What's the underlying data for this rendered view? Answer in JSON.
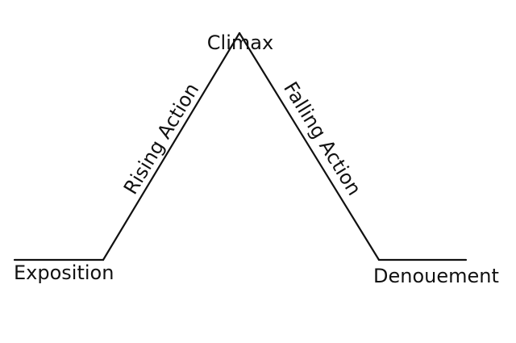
{
  "diagram": {
    "stages": {
      "exposition": "Exposition",
      "rising_action": "Rising Action",
      "climax": "Climax",
      "falling_action": "Falling Action",
      "denouement": "Denouement"
    },
    "colors": {
      "line": "#111111",
      "text": "#111111",
      "background": "#ffffff"
    }
  }
}
